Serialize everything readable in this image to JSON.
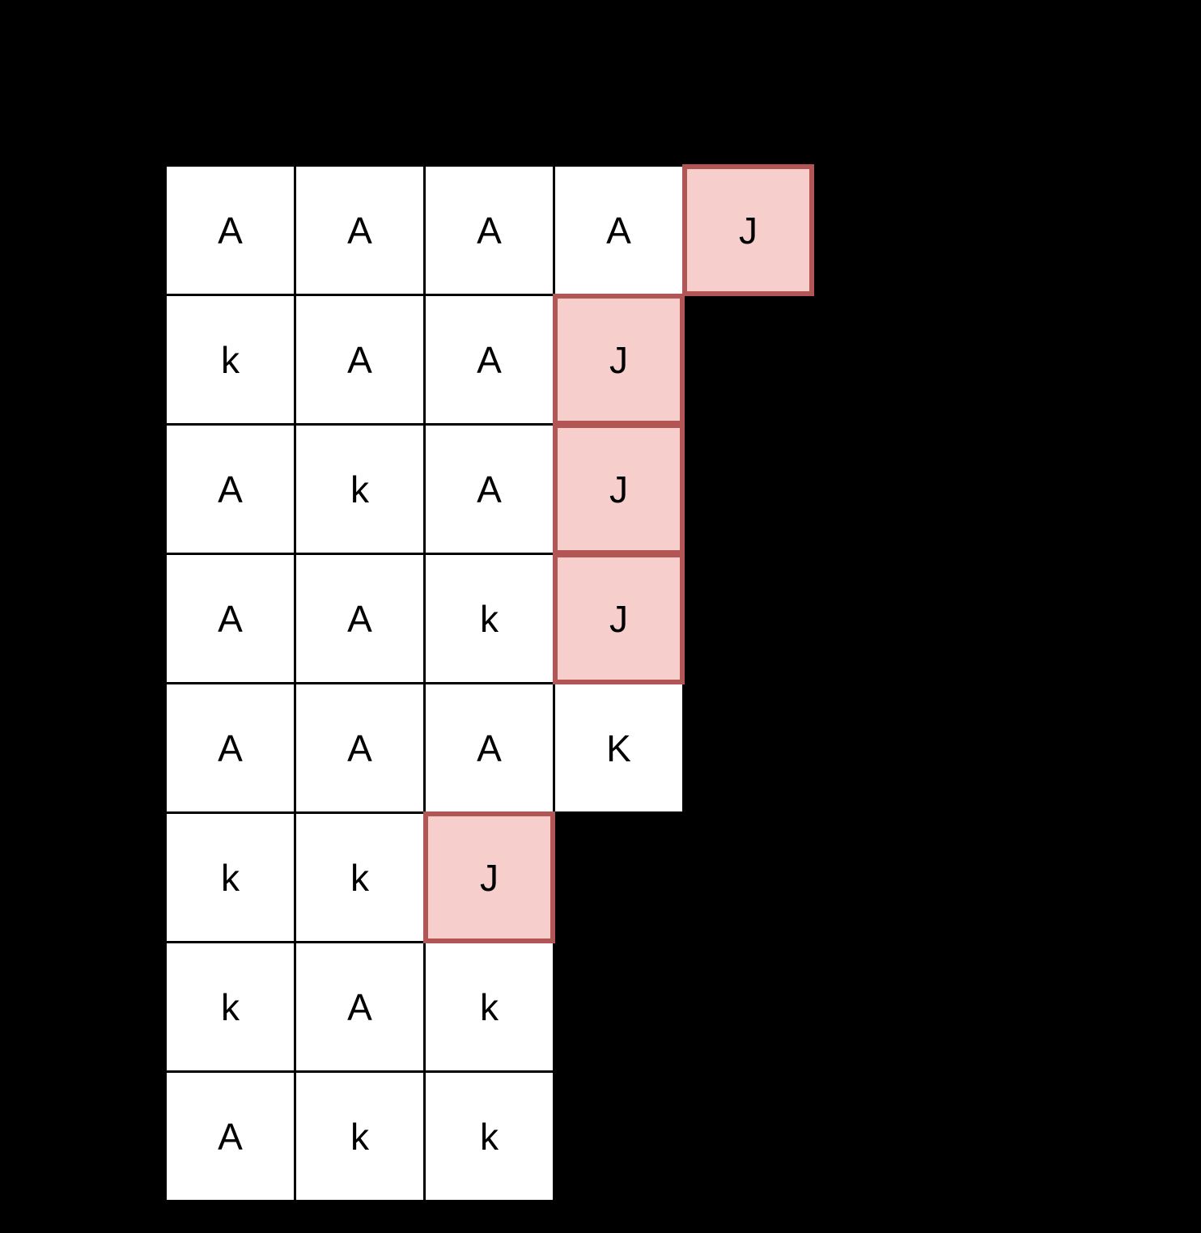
{
  "canvas": {
    "background_color": "#000000"
  },
  "grid": {
    "colors": {
      "cell_fill": "#ffffff",
      "cell_border": "#000000",
      "highlight_fill": "#f6cfcc",
      "highlight_border": "#b25554",
      "letter_color": "#000000"
    },
    "rows": [
      {
        "cells": [
          {
            "label": "A",
            "highlighted": false
          },
          {
            "label": "A",
            "highlighted": false
          },
          {
            "label": "A",
            "highlighted": false
          },
          {
            "label": "A",
            "highlighted": false
          },
          {
            "label": "J",
            "highlighted": true
          }
        ]
      },
      {
        "cells": [
          {
            "label": "k",
            "highlighted": false
          },
          {
            "label": "A",
            "highlighted": false
          },
          {
            "label": "A",
            "highlighted": false
          },
          {
            "label": "J",
            "highlighted": true
          }
        ]
      },
      {
        "cells": [
          {
            "label": "A",
            "highlighted": false
          },
          {
            "label": "k",
            "highlighted": false
          },
          {
            "label": "A",
            "highlighted": false
          },
          {
            "label": "J",
            "highlighted": true
          }
        ]
      },
      {
        "cells": [
          {
            "label": "A",
            "highlighted": false
          },
          {
            "label": "A",
            "highlighted": false
          },
          {
            "label": "k",
            "highlighted": false
          },
          {
            "label": "J",
            "highlighted": true
          }
        ]
      },
      {
        "cells": [
          {
            "label": "A",
            "highlighted": false
          },
          {
            "label": "A",
            "highlighted": false
          },
          {
            "label": "A",
            "highlighted": false
          },
          {
            "label": "K",
            "highlighted": false
          }
        ]
      },
      {
        "cells": [
          {
            "label": "k",
            "highlighted": false
          },
          {
            "label": "k",
            "highlighted": false
          },
          {
            "label": "J",
            "highlighted": true
          }
        ]
      },
      {
        "cells": [
          {
            "label": "k",
            "highlighted": false
          },
          {
            "label": "A",
            "highlighted": false
          },
          {
            "label": "k",
            "highlighted": false
          }
        ]
      },
      {
        "cells": [
          {
            "label": "A",
            "highlighted": false
          },
          {
            "label": "k",
            "highlighted": false
          },
          {
            "label": "k",
            "highlighted": false
          }
        ]
      }
    ]
  }
}
